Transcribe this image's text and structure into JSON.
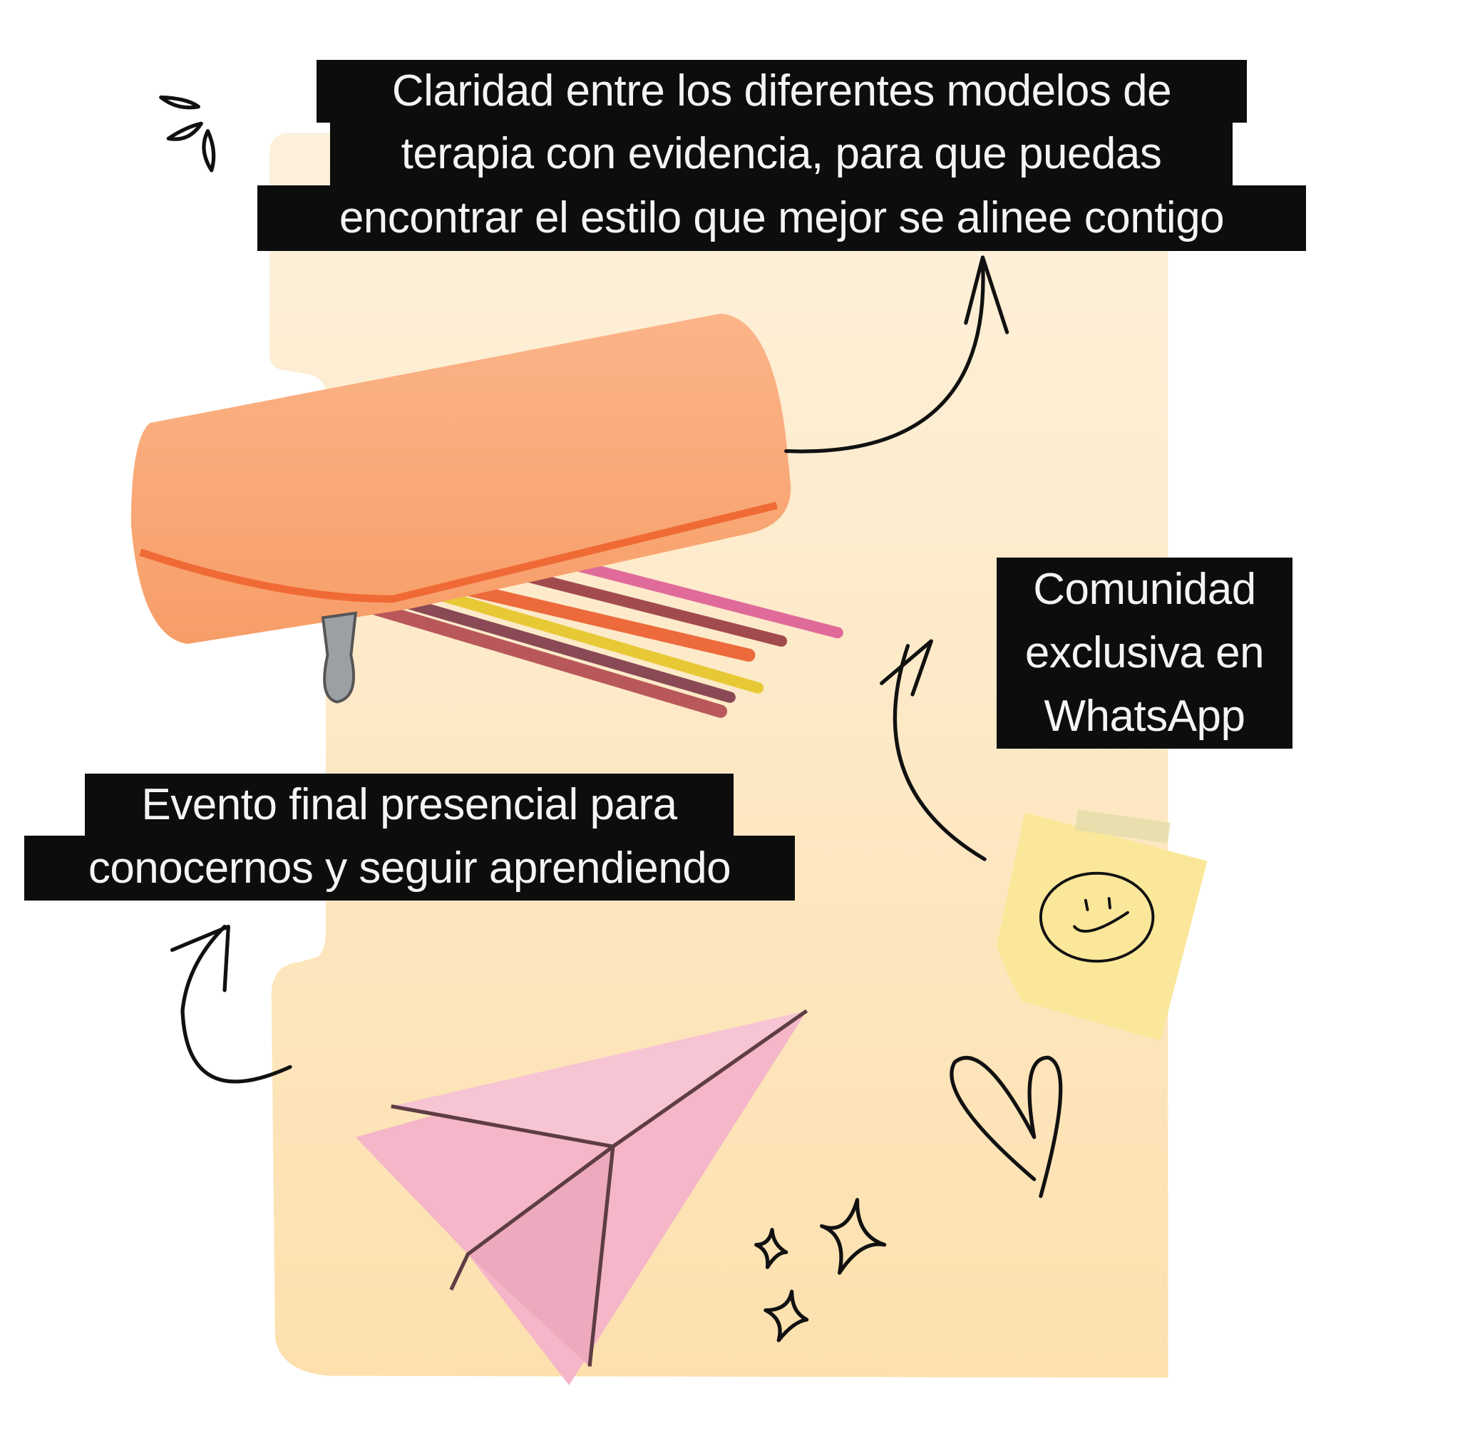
{
  "colors": {
    "folder_top": "#fdf1dc",
    "folder_bottom": "#fde0ae",
    "pouch": "#fbaa78",
    "plane": "#f4b6c8",
    "sticky_note": "#fbe79a",
    "label_bg": "#0d0d0d",
    "label_text": "#f4f4f4"
  },
  "labels": {
    "therapy_models": {
      "lines": [
        "Claridad entre los diferentes modelos de",
        "terapia con evidencia, para que puedas",
        "encontrar el estilo que mejor se alinee contigo"
      ]
    },
    "whatsapp_community": {
      "lines": [
        "Comunidad",
        "exclusiva en",
        "WhatsApp"
      ]
    },
    "final_event": {
      "lines": [
        "Evento final presencial para",
        "conocernos y seguir aprendiendo"
      ]
    }
  },
  "icons": [
    "manila-folder",
    "pencil-pouch",
    "colored-pencils",
    "paper-plane",
    "sticky-note-smiley",
    "heart-doodle",
    "sparkle-doodles",
    "arrow-doodles",
    "burst-doodle"
  ]
}
